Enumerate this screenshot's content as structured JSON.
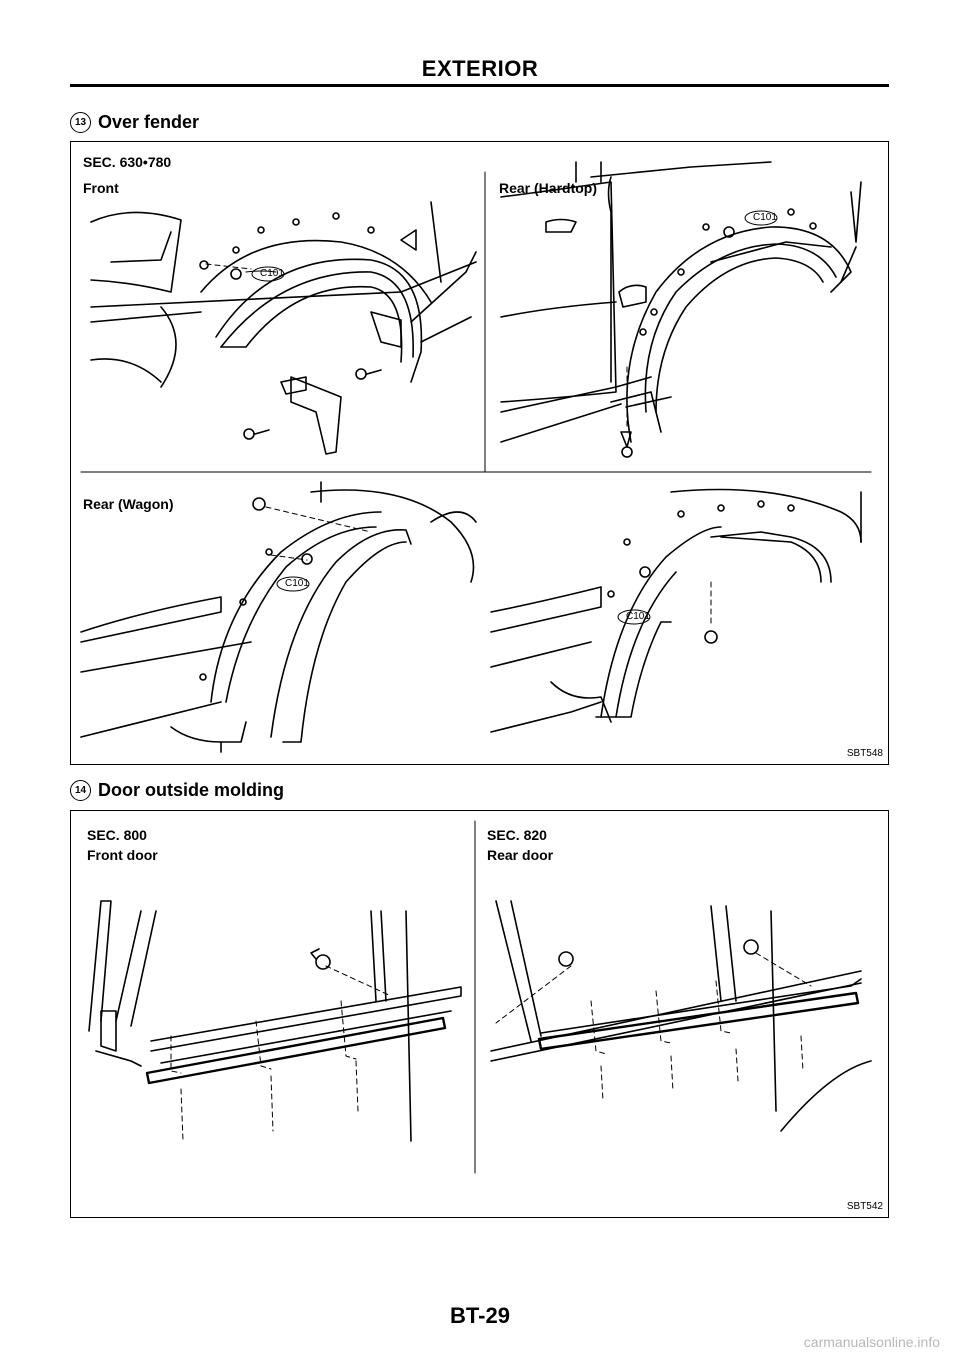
{
  "header": {
    "title": "EXTERIOR"
  },
  "sections": [
    {
      "number": "13",
      "title": "Over fender",
      "figure": {
        "sec_label": "SEC. 630•780",
        "front_label": "Front",
        "rear_hardtop_label": "Rear (Hardtop)",
        "rear_wagon_label": "Rear (Wagon)",
        "clip_label": "C101",
        "code": "SBT548"
      }
    },
    {
      "number": "14",
      "title": "Door outside molding",
      "figure": {
        "front_sec": "SEC. 800",
        "front_label": "Front door",
        "rear_sec": "SEC. 820",
        "rear_label": "Rear door",
        "code": "SBT542"
      }
    }
  ],
  "footer": {
    "page_code": "BT-29"
  },
  "watermark": "carmanualsonline.info"
}
